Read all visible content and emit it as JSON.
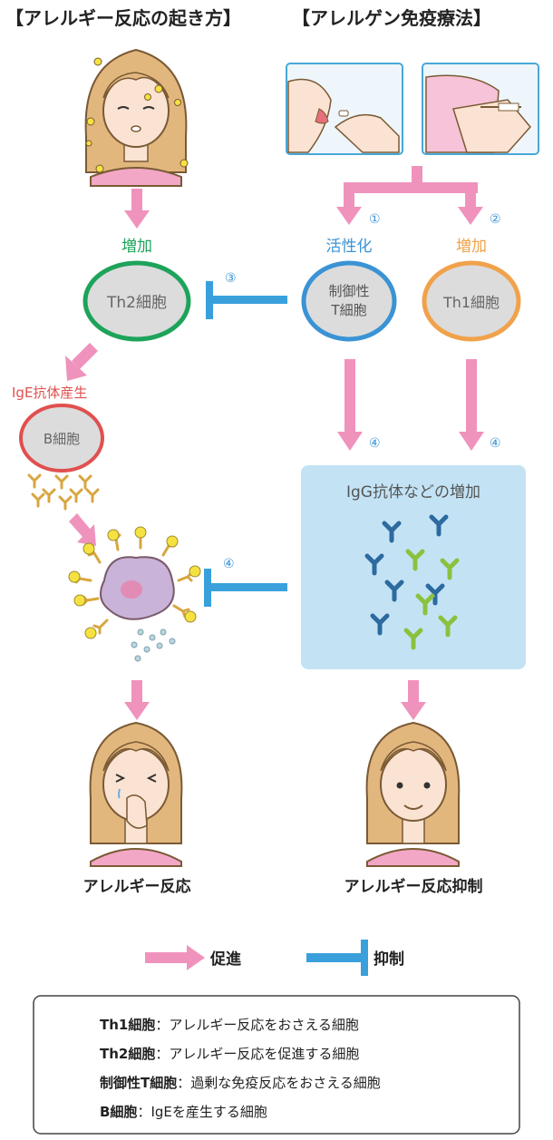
{
  "titles": {
    "left": "【アレルギー反応の起き方】",
    "right": "【アレルゲン免疫療法】"
  },
  "labels": {
    "th2_increase": "増加",
    "th2_cell": "Th2細胞",
    "ige_production": "IgE抗体産生",
    "b_cell": "B細胞",
    "activation": "活性化",
    "treg_line1": "制御性",
    "treg_line2": "T細胞",
    "th1_increase": "増加",
    "th1_cell": "Th1細胞",
    "igg_box": "IgG抗体などの増加",
    "allergy_reaction": "アレルギー反応",
    "allergy_suppression": "アレルギー反応抑制"
  },
  "step_markers": {
    "m1": "①",
    "m2": "②",
    "m3": "③",
    "m4a": "④",
    "m4b": "④",
    "m4c": "④"
  },
  "legend": {
    "promote": "促進",
    "inhibit": "抑制"
  },
  "definitions": [
    {
      "term": "Th1細胞",
      "sep": "：",
      "desc": "アレルギー反応をおさえる細胞"
    },
    {
      "term": "Th2細胞",
      "sep": "：",
      "desc": "アレルギー反応を促進する細胞"
    },
    {
      "term": "制御性T細胞",
      "sep": "：",
      "desc": "過剰な免疫反応をおさえる細胞"
    },
    {
      "term": "B細胞",
      "sep": "：",
      "desc": "IgEを産生する細胞"
    }
  ],
  "colors": {
    "pink_arrow": "#ef93bd",
    "blue_inhibit": "#3aa0dc",
    "th2_border": "#1ea35a",
    "th2_text_green": "#1ea35a",
    "bcell_border": "#e0504f",
    "ige_text_red": "#e0504f",
    "treg_border": "#3a93d4",
    "activation_text": "#3a93d4",
    "th1_border": "#f0a24b",
    "th1_text_orange": "#f0a24b",
    "igg_box_bg": "#c3e3f5",
    "ige_antibody": "#d8a640",
    "igg_blue": "#2c6aa0",
    "igg_green": "#8cc13f",
    "cell_gray": "#d6d6d6",
    "mast_cell": "#c9b3d8"
  }
}
